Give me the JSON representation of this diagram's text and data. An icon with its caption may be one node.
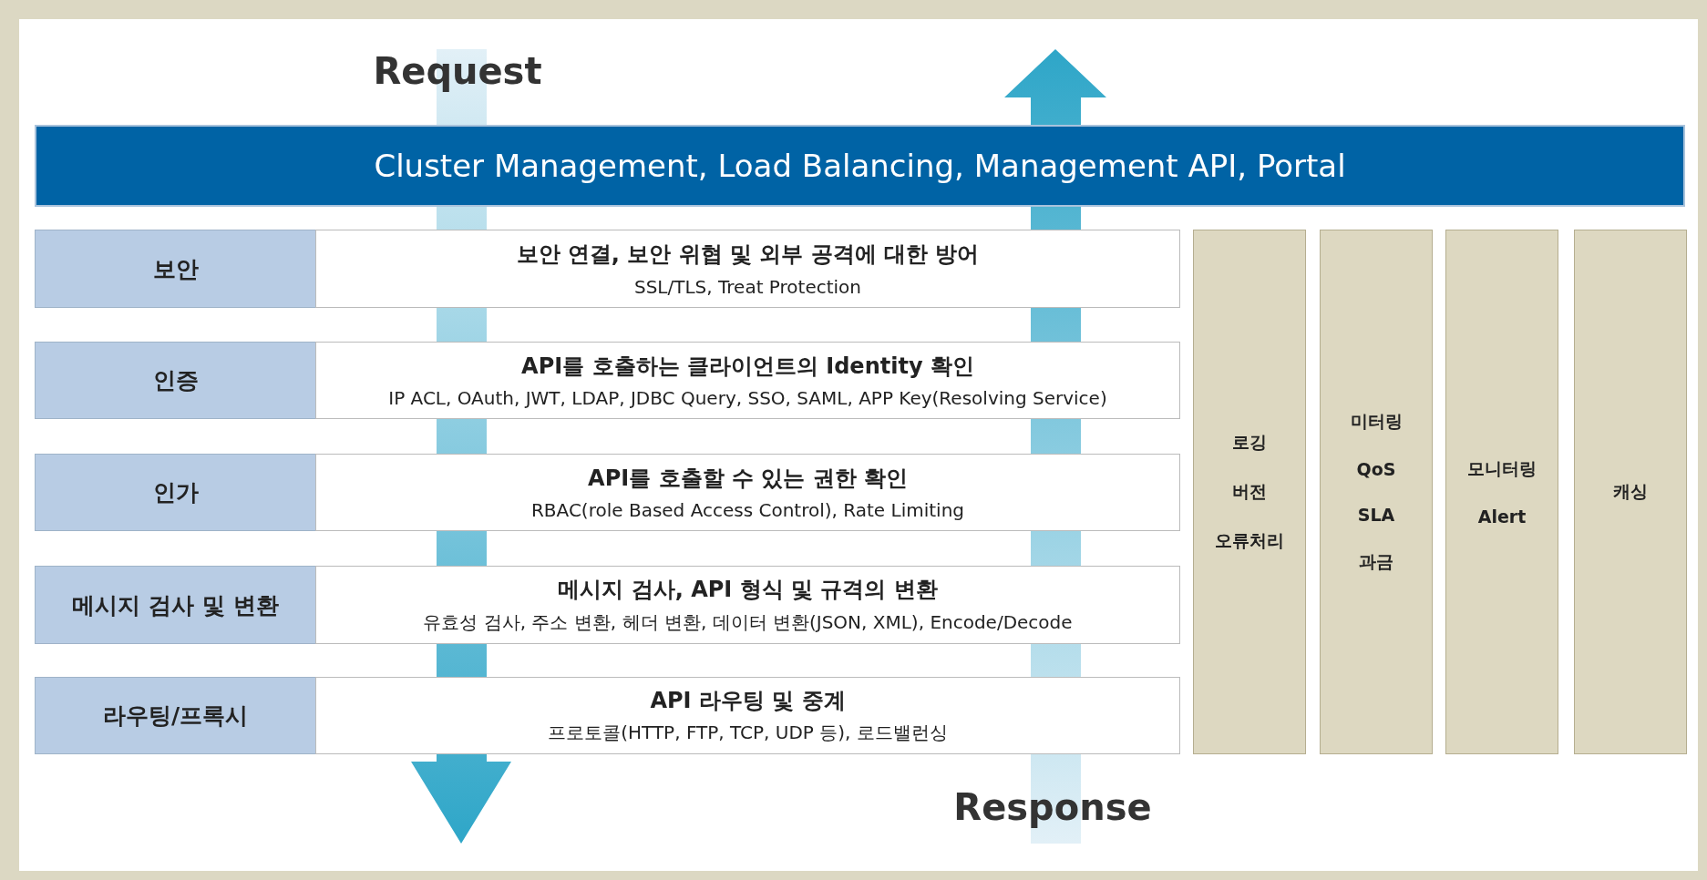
{
  "diagram": {
    "nodes": [
      {
        "text": [
          "Cluster Management, Load Balancing, Management API, Portal"
        ]
      },
      {
        "text": [
          "보안"
        ]
      },
      {
        "text": [
          "보안 연결, 보안 위협 및 외부 공격에 대한 방어",
          "SSL/TLS, Treat Protection"
        ]
      },
      {
        "text": [
          "인증"
        ]
      },
      {
        "text": [
          "API를 호출하는 클라이언트의 Identity 확인",
          "IP ACL, OAuth, JWT, LDAP, JDBC Query, SSO, SAML, APP Key(Resolving Service)"
        ]
      },
      {
        "text": [
          "인가"
        ]
      },
      {
        "text": [
          "API를 호출할 수 있는 권한 확인",
          "RBAC(role Based Access Control), Rate Limiting"
        ]
      },
      {
        "text": [
          "메시지 검사 및 변환"
        ]
      },
      {
        "text": [
          "메시지 검사, API 형식 및 규격의 변환",
          "유효성 검사, 주소 변환, 헤더 변환, 데이터 변환(JSON, XML), Encode/Decode"
        ]
      },
      {
        "text": [
          "라우팅/프록시"
        ]
      },
      {
        "text": [
          "API 라우팅 및 중계",
          "프로토콜(HTTP, FTP, TCP, UDP 등), 로드밸런싱"
        ]
      },
      {
        "text": [
          "로깅",
          "버전",
          "오류처리"
        ]
      },
      {
        "text": [
          "미터링",
          "QoS",
          "SLA",
          "과금"
        ]
      },
      {
        "text": [
          "모니터링",
          "Alert"
        ]
      },
      {
        "text": [
          "캐싱"
        ]
      }
    ],
    "labels": [
      "Request",
      "Response"
    ]
  }
}
